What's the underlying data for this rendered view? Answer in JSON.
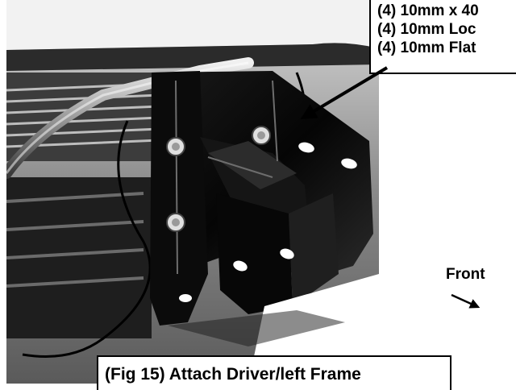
{
  "callout": {
    "lines": [
      "(4) 10mm x 40",
      "(4) 10mm Loc",
      "(4) 10mm Flat"
    ]
  },
  "front_label": "Front",
  "caption": "(Fig 15) Attach Driver/left Frame",
  "photo": {
    "subject": "black welded steel mounting bracket bolted to vehicle front frame",
    "palette": [
      "#000000",
      "#ffffff",
      "#808080"
    ]
  }
}
